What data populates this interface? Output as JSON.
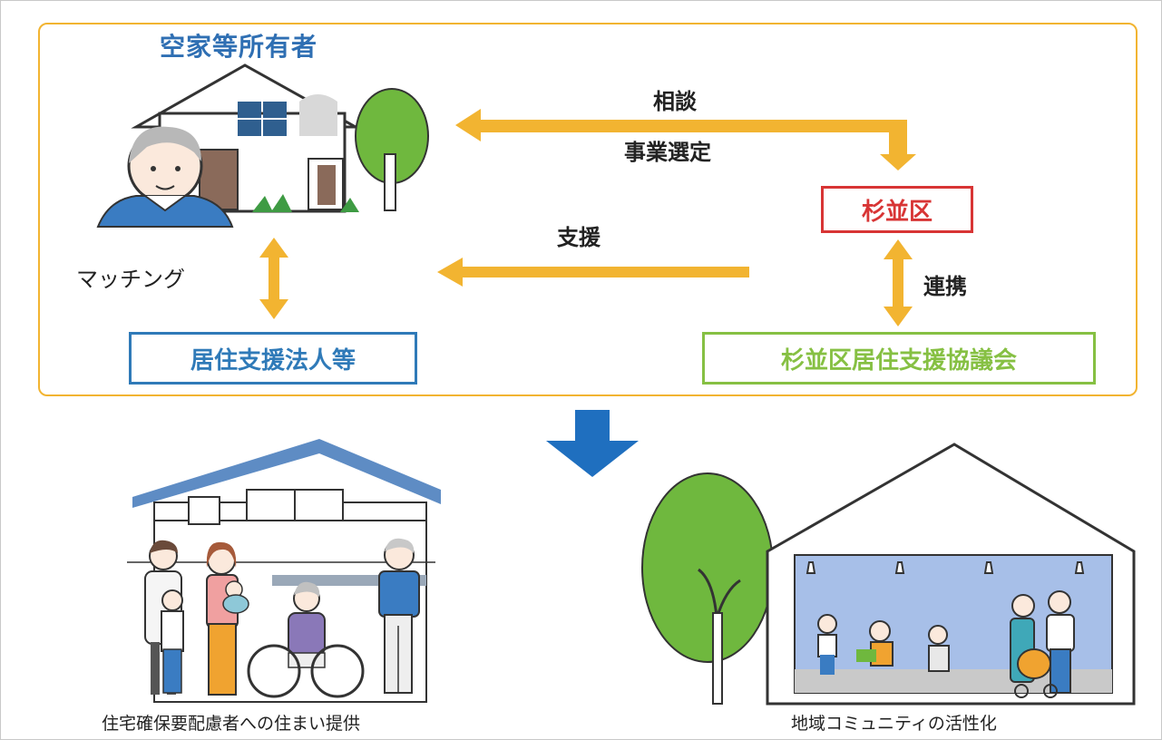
{
  "owner_label": "空家等所有者",
  "flow": {
    "consult": "相談",
    "project_selection": "事業選定",
    "support": "支援",
    "matching": "マッチング",
    "cooperation": "連携"
  },
  "boxes": {
    "suginami": "杉並区",
    "housing_support_corp": "居住支援法人等",
    "council": "杉並区居住支援協議会"
  },
  "outcomes": {
    "housing": "住宅確保要配慮者への住まい提供",
    "community": "地域コミュニティの活性化"
  },
  "colors": {
    "panel_border": "#f2b431",
    "arrow_orange": "#f2b431",
    "arrow_blue": "#1f6fbf",
    "suginami_red": "#d83535",
    "support_blue": "#2f7ab8",
    "council_green": "#86c043"
  }
}
